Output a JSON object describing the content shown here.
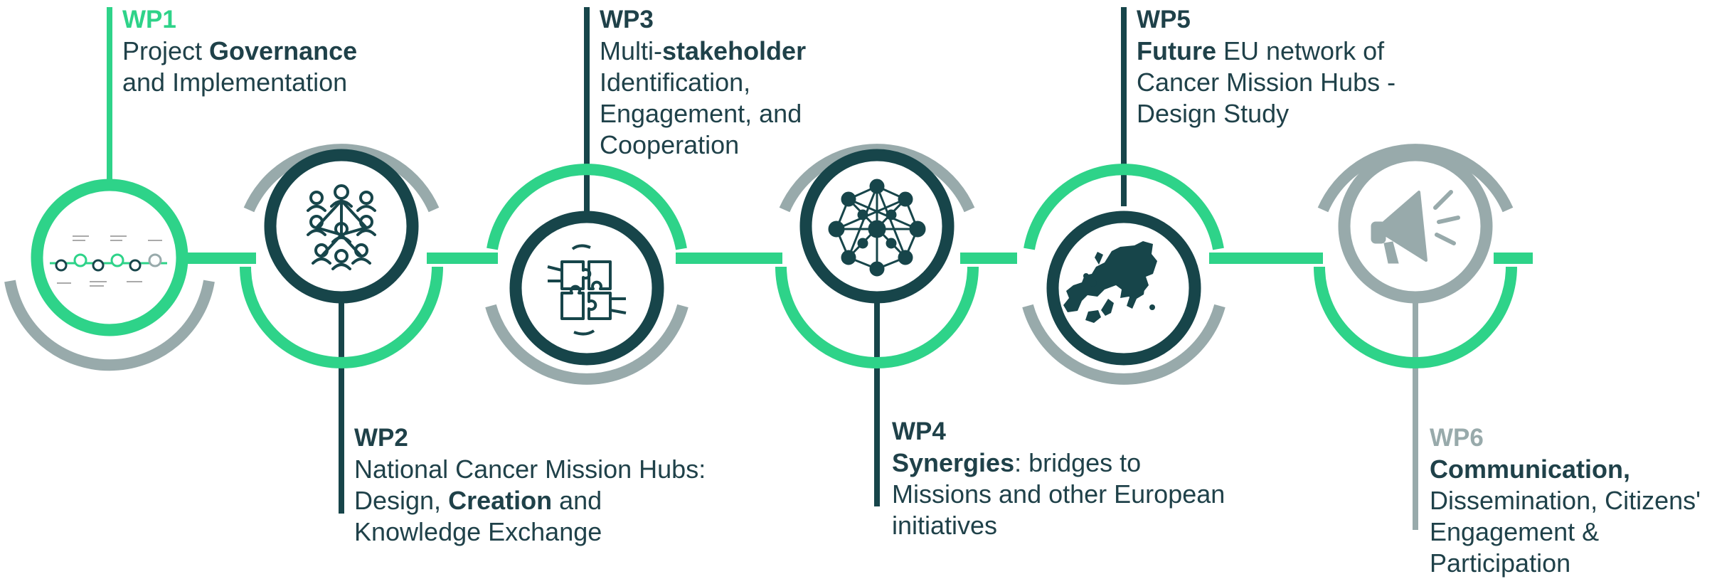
{
  "colors": {
    "green": "#2ed389",
    "dark": "#17454a",
    "gray": "#95a8a8",
    "text": "#1f4149"
  },
  "work_packages": [
    {
      "id": "WP1",
      "icon": "timeline-thumbnail-icon",
      "line1_pre": "Project ",
      "line1_bold": "Governance",
      "line2": "and Implementation"
    },
    {
      "id": "WP2",
      "icon": "people-network-icon",
      "line1": "National Cancer Mission Hubs:",
      "line2_pre": "Design, ",
      "line2_bold": "Creation",
      "line2_post": " and",
      "line3": "Knowledge Exchange"
    },
    {
      "id": "WP3",
      "icon": "puzzle-hands-icon",
      "line1_pre": "Multi-",
      "line1_bold": "stakeholder",
      "line2": "Identification,",
      "line3": "Engagement, and",
      "line4": "Cooperation"
    },
    {
      "id": "WP4",
      "icon": "network-nodes-icon",
      "line1_bold": "Synergies",
      "line1_post": ": bridges to",
      "line2": "Missions and other European",
      "line3": "initiatives"
    },
    {
      "id": "WP5",
      "icon": "europe-map-icon",
      "line1_bold": "Future",
      "line1_post": " EU network of",
      "line2": "Cancer Mission Hubs -",
      "line3": "Design Study"
    },
    {
      "id": "WP6",
      "icon": "megaphone-icon",
      "line1_bold": "Communication,",
      "line2": "Dissemination, Citizens'",
      "line3": "Engagement &",
      "line4": "Participation"
    }
  ]
}
